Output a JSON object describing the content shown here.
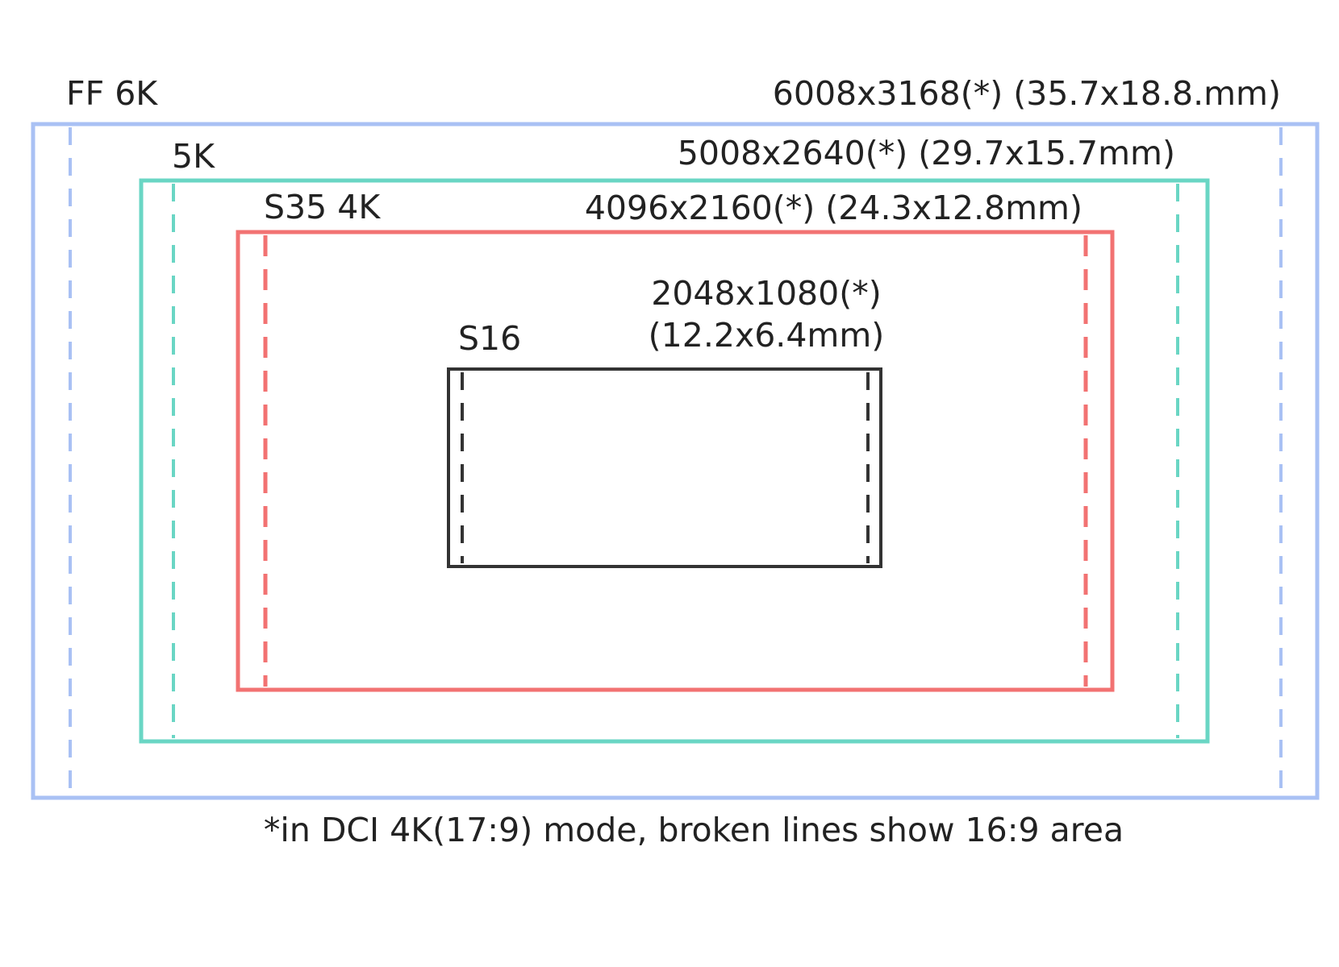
{
  "diagram": {
    "formats": [
      {
        "id": "ff6k",
        "name": "FF  6K",
        "resolution": "6008x3168(*) (35.7x18.8.mm)",
        "color": "#a9c1f4"
      },
      {
        "id": "5k",
        "name": "5K",
        "resolution": "5008x2640(*) (29.7x15.7mm)",
        "color": "#6ad6c4"
      },
      {
        "id": "s35",
        "name": "S35 4K",
        "resolution": "4096x2160(*) (24.3x12.8mm)",
        "color": "#f27272"
      },
      {
        "id": "s16",
        "name": "S16",
        "resolution_line1": "2048x1080(*)",
        "resolution_line2": "(12.2x6.4mm)",
        "color": "#333333"
      }
    ],
    "footnote": "*in DCI 4K(17:9) mode, broken lines show 16:9 area"
  }
}
